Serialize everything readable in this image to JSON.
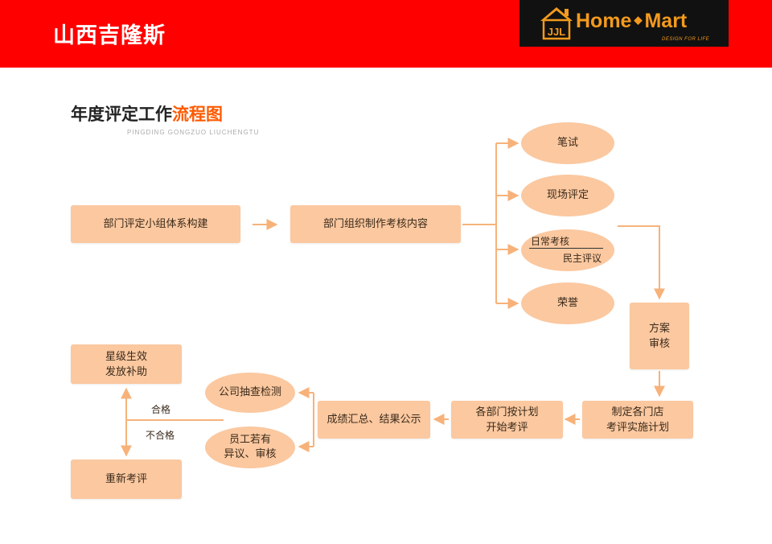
{
  "header": {
    "company": "山西吉隆斯"
  },
  "logo": {
    "mark": "JJL",
    "brand_left": "Home",
    "separator": "◆",
    "brand_right": "Mart",
    "tagline": "DESIGN FOR LIFE"
  },
  "diagram": {
    "title_main": "年度评定工作",
    "title_highlight": "流程图",
    "subtitle": "PINGDING GONGZUO LIUCHENGTU",
    "nodes": {
      "build_group": "部门评定小组体系构建",
      "assessment_content": "部门组织制作考核内容",
      "written_test": "笔试",
      "onsite_review": "现场评定",
      "daily_line1": "日常考核",
      "daily_line2": "民主评议",
      "honor": "荣誉",
      "plan_review_1": "方案",
      "plan_review_2": "审核",
      "store_plan_1": "制定各门店",
      "store_plan_2": "考评实施计划",
      "dept_plan_1": "各部门按计划",
      "dept_plan_2": "开始考评",
      "summary": "成绩汇总、结果公示",
      "spot_check": "公司抽查检测",
      "objection_1": "员工若有",
      "objection_2": "异议、审核",
      "star_1": "星级生效",
      "star_2": "发放补助",
      "reassess": "重新考评"
    },
    "labels": {
      "pass": "合格",
      "fail": "不合格"
    },
    "colors": {
      "node_fill": "#fbc8a0",
      "connector": "#f7b27a",
      "highlight": "#ff5a00",
      "header_red": "#fe0000",
      "logo_orange": "#f39a1e"
    }
  }
}
